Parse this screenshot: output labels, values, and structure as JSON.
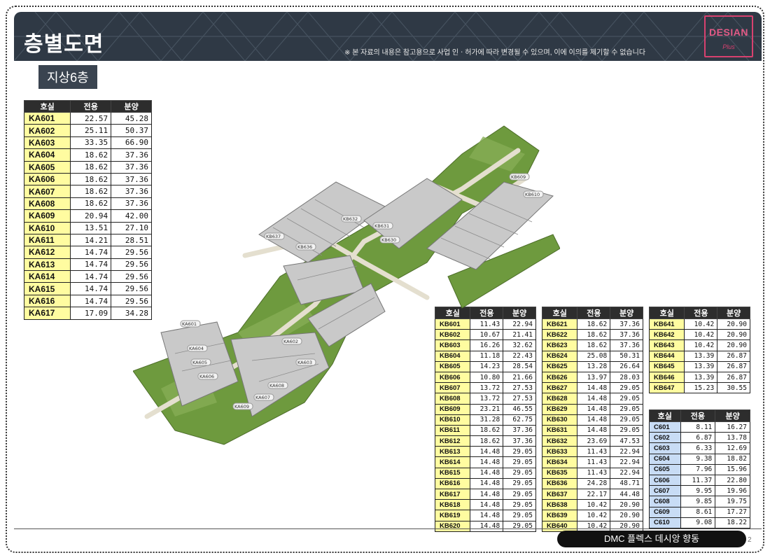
{
  "header": {
    "title": "층별도면",
    "disclaimer": "※ 본 자료의 내용은 참고용으로 사업 인ㆍ허가에 따라 변경될 수 있으며, 이에 이의를 제기할 수 없습니다",
    "logo_text": "DESIAN",
    "logo_sub": "Plus"
  },
  "floor_label": "지상6층",
  "table_headers": [
    "호실",
    "전용",
    "분양"
  ],
  "table_ka": [
    [
      "KA601",
      "22.57",
      "45.28"
    ],
    [
      "KA602",
      "25.11",
      "50.37"
    ],
    [
      "KA603",
      "33.35",
      "66.90"
    ],
    [
      "KA604",
      "18.62",
      "37.36"
    ],
    [
      "KA605",
      "18.62",
      "37.36"
    ],
    [
      "KA606",
      "18.62",
      "37.36"
    ],
    [
      "KA607",
      "18.62",
      "37.36"
    ],
    [
      "KA608",
      "18.62",
      "37.36"
    ],
    [
      "KA609",
      "20.94",
      "42.00"
    ],
    [
      "KA610",
      "13.51",
      "27.10"
    ],
    [
      "KA611",
      "14.21",
      "28.51"
    ],
    [
      "KA612",
      "14.74",
      "29.56"
    ],
    [
      "KA613",
      "14.74",
      "29.56"
    ],
    [
      "KA614",
      "14.74",
      "29.56"
    ],
    [
      "KA615",
      "14.74",
      "29.56"
    ],
    [
      "KA616",
      "14.74",
      "29.56"
    ],
    [
      "KA617",
      "17.09",
      "34.28"
    ]
  ],
  "table_kb1": [
    [
      "KB601",
      "11.43",
      "22.94"
    ],
    [
      "KB602",
      "10.67",
      "21.41"
    ],
    [
      "KB603",
      "16.26",
      "32.62"
    ],
    [
      "KB604",
      "11.18",
      "22.43"
    ],
    [
      "KB605",
      "14.23",
      "28.54"
    ],
    [
      "KB606",
      "10.80",
      "21.66"
    ],
    [
      "KB607",
      "13.72",
      "27.53"
    ],
    [
      "KB608",
      "13.72",
      "27.53"
    ],
    [
      "KB609",
      "23.21",
      "46.55"
    ],
    [
      "KB610",
      "31.28",
      "62.75"
    ],
    [
      "KB611",
      "18.62",
      "37.36"
    ],
    [
      "KB612",
      "18.62",
      "37.36"
    ],
    [
      "KB613",
      "14.48",
      "29.05"
    ],
    [
      "KB614",
      "14.48",
      "29.05"
    ],
    [
      "KB615",
      "14.48",
      "29.05"
    ],
    [
      "KB616",
      "14.48",
      "29.05"
    ],
    [
      "KB617",
      "14.48",
      "29.05"
    ],
    [
      "KB618",
      "14.48",
      "29.05"
    ],
    [
      "KB619",
      "14.48",
      "29.05"
    ],
    [
      "KB620",
      "14.48",
      "29.05"
    ]
  ],
  "table_kb2": [
    [
      "KB621",
      "18.62",
      "37.36"
    ],
    [
      "KB622",
      "18.62",
      "37.36"
    ],
    [
      "KB623",
      "18.62",
      "37.36"
    ],
    [
      "KB624",
      "25.08",
      "50.31"
    ],
    [
      "KB625",
      "13.28",
      "26.64"
    ],
    [
      "KB626",
      "13.97",
      "28.03"
    ],
    [
      "KB627",
      "14.48",
      "29.05"
    ],
    [
      "KB628",
      "14.48",
      "29.05"
    ],
    [
      "KB629",
      "14.48",
      "29.05"
    ],
    [
      "KB630",
      "14.48",
      "29.05"
    ],
    [
      "KB631",
      "14.48",
      "29.05"
    ],
    [
      "KB632",
      "23.69",
      "47.53"
    ],
    [
      "KB633",
      "11.43",
      "22.94"
    ],
    [
      "KB634",
      "11.43",
      "22.94"
    ],
    [
      "KB635",
      "11.43",
      "22.94"
    ],
    [
      "KB636",
      "24.28",
      "48.71"
    ],
    [
      "KB637",
      "22.17",
      "44.48"
    ],
    [
      "KB638",
      "10.42",
      "20.90"
    ],
    [
      "KB639",
      "10.42",
      "20.90"
    ],
    [
      "KB640",
      "10.42",
      "20.90"
    ]
  ],
  "table_kb3": [
    [
      "KB641",
      "10.42",
      "20.90"
    ],
    [
      "KB642",
      "10.42",
      "20.90"
    ],
    [
      "KB643",
      "10.42",
      "20.90"
    ],
    [
      "KB644",
      "13.39",
      "26.87"
    ],
    [
      "KB645",
      "13.39",
      "26.87"
    ],
    [
      "KB646",
      "13.39",
      "26.87"
    ],
    [
      "KB647",
      "15.23",
      "30.55"
    ]
  ],
  "table_c": [
    [
      "C601",
      "8.11",
      "16.27"
    ],
    [
      "C602",
      "6.87",
      "13.78"
    ],
    [
      "C603",
      "6.33",
      "12.69"
    ],
    [
      "C604",
      "9.38",
      "18.82"
    ],
    [
      "C605",
      "7.96",
      "15.96"
    ],
    [
      "C606",
      "11.37",
      "22.80"
    ],
    [
      "C607",
      "9.95",
      "19.96"
    ],
    [
      "C608",
      "9.85",
      "19.75"
    ],
    [
      "C609",
      "8.61",
      "17.27"
    ],
    [
      "C610",
      "9.08",
      "18.22"
    ]
  ],
  "plan_labels": [
    "KA601",
    "KA602",
    "KA603",
    "KA604",
    "KA605",
    "KA606",
    "KA607",
    "KA608",
    "KA609",
    "KB610",
    "KB636",
    "KB637",
    "KB632",
    "KB631",
    "KB630",
    "KB609"
  ],
  "footer": {
    "project": "DMC 플렉스 데시앙 향동",
    "page_number": "2"
  },
  "colors": {
    "banner": "#2f3945",
    "unit_highlight": "#fffca0",
    "c_unit_highlight": "#c8dcf5",
    "plan_green": "#6e9a3e",
    "logo_pink": "#d8416f"
  }
}
